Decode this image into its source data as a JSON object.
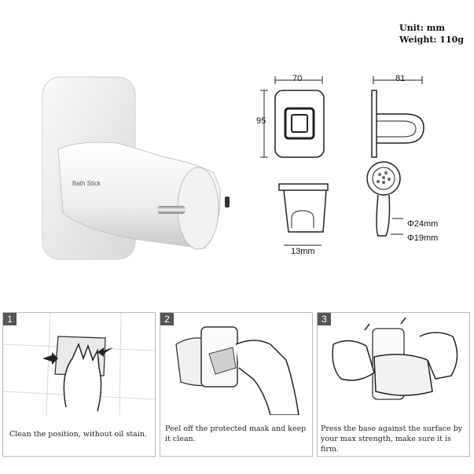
{
  "specs": {
    "unit": "Unit: mm",
    "weight": "Weight: 110g"
  },
  "product": {
    "brand": "Bath Stick"
  },
  "dimensions": {
    "width": "70",
    "height": "95",
    "depth": "81",
    "slot": "13mm",
    "handle_outer": "Φ24mm",
    "handle_inner": "Φ19mm"
  },
  "steps": [
    {
      "number": "1",
      "caption": "Clean the position, without oil stain."
    },
    {
      "number": "2",
      "caption_line1": "Peel off the protected mask and keep",
      "caption_line2": "it clean."
    },
    {
      "number": "3",
      "caption_line1": "Press the base against the surface by",
      "caption_line2": "your max strength, make sure it is firm."
    }
  ]
}
